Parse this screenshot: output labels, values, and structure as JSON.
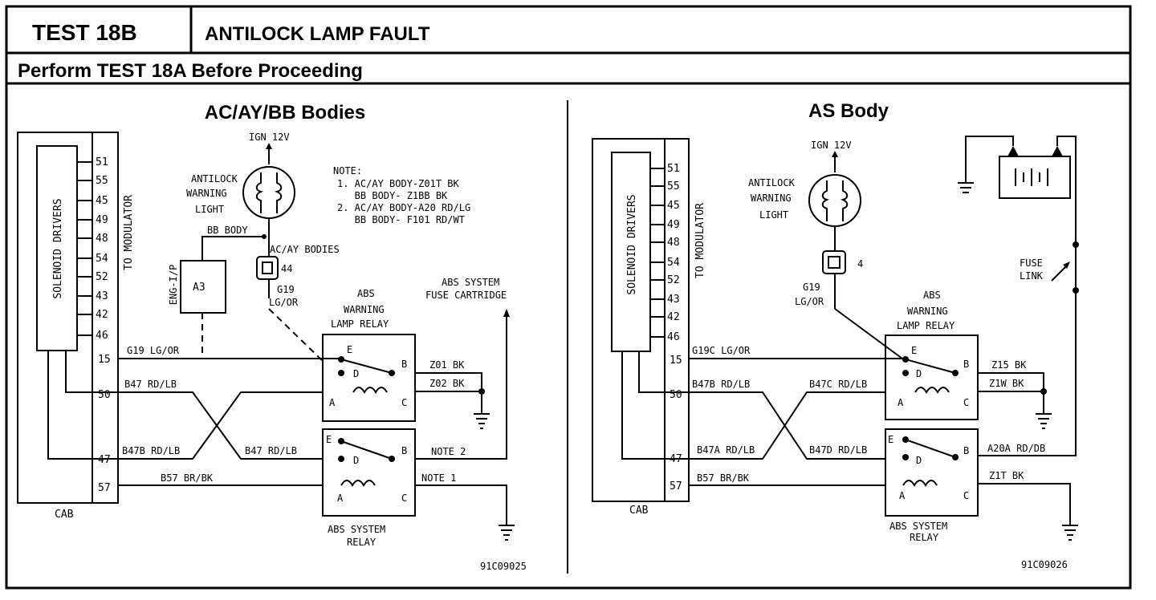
{
  "header": {
    "test_label": "TEST 18B",
    "test_title": "ANTILOCK LAMP FAULT",
    "subtitle": "Perform TEST 18A Before Proceeding"
  },
  "left": {
    "title": "AC/AY/BB Bodies",
    "ign": "IGN 12V",
    "lamp_label": [
      "ANTILOCK",
      "WARNING",
      "LIGHT"
    ],
    "bb_body": "BB BODY",
    "acay_bodies": "AC/AY BODIES",
    "connector_num": "44",
    "g19": "G19",
    "lgor": "LG/OR",
    "eng_ip": "ENG-I/P",
    "a3": "A3",
    "note_title": "NOTE:",
    "note_lines": [
      "1. AC/AY BODY-Z01T BK",
      "   BB BODY- Z1BB BK",
      "2. AC/AY BODY-A20 RD/LG",
      "   BB BODY- F101 RD/WT"
    ],
    "fuse_label": [
      "ABS SYSTEM",
      "FUSE CARTRIDGE"
    ],
    "relay1_label": [
      "ABS",
      "WARNING",
      "LAMP RELAY"
    ],
    "relay2_label": [
      "ABS SYSTEM",
      "RELAY"
    ],
    "solenoid": "SOLENOID DRIVERS",
    "to_modulator": "TO MODULATOR",
    "cab": "CAB",
    "pins": [
      "51",
      "55",
      "45",
      "49",
      "48",
      "54",
      "52",
      "43",
      "42",
      "46",
      "15",
      "50",
      "47",
      "57"
    ],
    "wires": {
      "g19_lgor": "G19 LG/OR",
      "b47_rdlb": "B47 RD/LB",
      "b47b_rdlb": "B47B RD/LB",
      "b47_rdlb_2": "B47 RD/LB",
      "b57_brbk": "B57 BR/BK",
      "z01": "Z01 BK",
      "z02": "Z02 BK",
      "note2": "NOTE 2",
      "note1": "NOTE 1"
    },
    "fig_id": "91C09025"
  },
  "right": {
    "title": "AS Body",
    "ign": "IGN 12V",
    "lamp_label": [
      "ANTILOCK",
      "WARNING",
      "LIGHT"
    ],
    "connector_num": "4",
    "g19": "G19",
    "lgor": "LG/OR",
    "fuse_link": [
      "FUSE",
      "LINK"
    ],
    "relay1_label": [
      "ABS",
      "WARNING",
      "LAMP RELAY"
    ],
    "relay2_label": [
      "ABS SYSTEM",
      "RELAY"
    ],
    "solenoid": "SOLENOID DRIVERS",
    "to_modulator": "TO MODULATOR",
    "cab": "CAB",
    "pins": [
      "51",
      "55",
      "45",
      "49",
      "48",
      "54",
      "52",
      "43",
      "42",
      "46",
      "15",
      "50",
      "47",
      "57"
    ],
    "wires": {
      "g19c_lgor": "G19C LG/OR",
      "b47b_rdlb": "B47B RD/LB",
      "b47c_rdlb": "B47C RD/LB",
      "b47a_rdlb": "B47A RD/LB",
      "b47d_rdlb": "B47D RD/LB",
      "b57_brbk": "B57 BR/BK",
      "z15": "Z15 BK",
      "z1w": "Z1W BK",
      "a20a": "A20A RD/DB",
      "z1t": "Z1T BK"
    },
    "fig_id": "91C09026"
  },
  "relay_terms": {
    "e": "E",
    "d": "D",
    "b": "B",
    "a": "A",
    "c": "C"
  }
}
